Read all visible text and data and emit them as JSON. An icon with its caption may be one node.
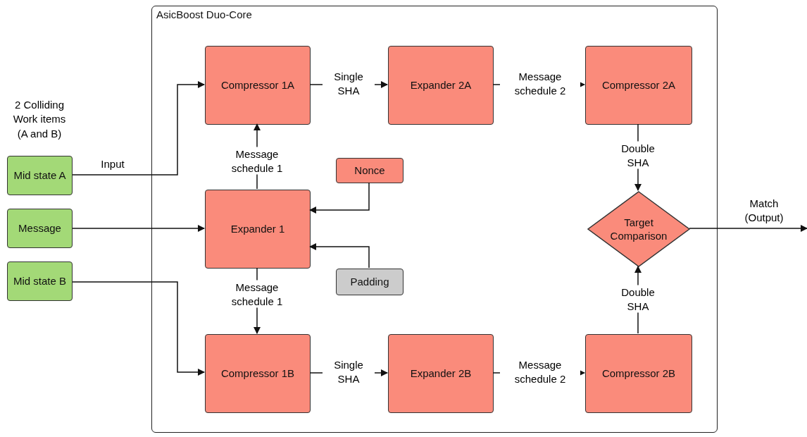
{
  "diagram": {
    "nodes": [
      {
        "text": [
          "AsicBoost Duo-Core"
        ]
      },
      {
        "text": [
          "Compressor 1A"
        ],
        "in": 0
      },
      {
        "text": [
          "Expander 2A"
        ],
        "in": 0
      },
      {
        "text": [
          "Compressor 2A"
        ],
        "in": 0
      },
      {
        "text": [
          "Nonce"
        ],
        "in": 0
      },
      {
        "text": [
          "Expander 1"
        ],
        "in": 0
      },
      {
        "text": [
          "Target Comparison"
        ],
        "in": 0
      },
      {
        "text": [
          "Padding"
        ],
        "in": 0
      },
      {
        "text": [
          "Compressor 1B"
        ],
        "in": 0
      },
      {
        "text": [
          "Expander 2B"
        ],
        "in": 0
      },
      {
        "text": [
          "Compressor 2B"
        ],
        "in": 0
      },
      {
        "text": [
          "Mid state A"
        ]
      },
      {
        "text": [
          "Message"
        ]
      },
      {
        "text": [
          "Mid state B"
        ]
      }
    ],
    "edges": [
      {
        "from": 11,
        "to": 1,
        "arrow": "to",
        "label": "Input"
      },
      {
        "from": 1,
        "to": 2,
        "arrow": "to",
        "label": "Single SHA"
      },
      {
        "from": 2,
        "to": 3,
        "arrow": "to",
        "label": "Message schedule 2"
      },
      {
        "from": 5,
        "to": 1,
        "arrow": "to",
        "label": "Message schedule 1"
      },
      {
        "from": 4,
        "to": 5,
        "arrow": "to"
      },
      {
        "from": 7,
        "to": 5,
        "arrow": "to"
      },
      {
        "from": 12,
        "to": 5,
        "arrow": "to"
      },
      {
        "from": 5,
        "to": 8,
        "arrow": "to",
        "label": "Message schedule 1"
      },
      {
        "from": 13,
        "to": 8,
        "arrow": "to"
      },
      {
        "from": 8,
        "to": 9,
        "arrow": "to",
        "label": "Single SHA"
      },
      {
        "from": 9,
        "to": 10,
        "arrow": "to",
        "label": "Message schedule 2"
      },
      {
        "from": 3,
        "to": 6,
        "arrow": "to",
        "label": "Double SHA"
      },
      {
        "from": 10,
        "to": 6,
        "arrow": "to",
        "label": "Double SHA"
      },
      {
        "from": 6,
        "to": null,
        "arrow": "to",
        "label": "Match (Output)"
      }
    ],
    "labels": [
      "2 Colliding Work items (A and B)"
    ]
  }
}
